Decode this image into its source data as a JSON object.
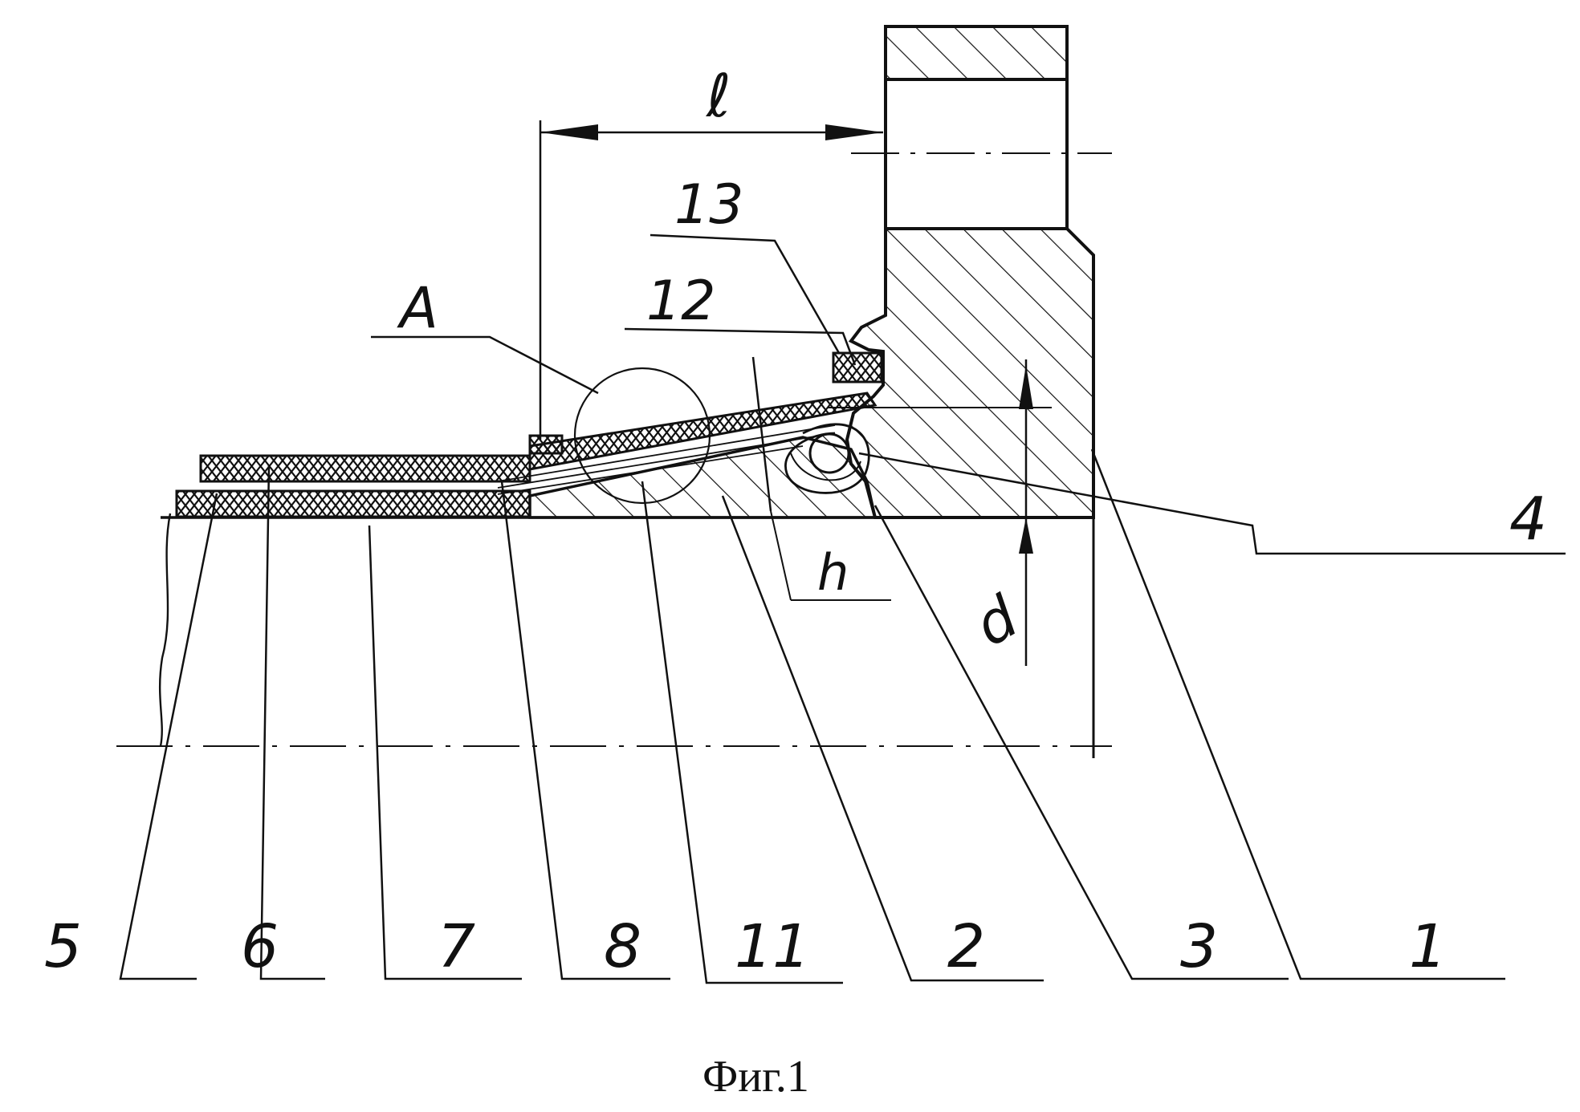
{
  "caption": "Фиг.1",
  "dimension_labels": {
    "length": "ℓ",
    "height": "h",
    "diameter": "d"
  },
  "detail_label": "A",
  "part_numbers": [
    "5",
    "6",
    "7",
    "8",
    "11",
    "2",
    "3",
    "1",
    "4",
    "13",
    "12"
  ]
}
